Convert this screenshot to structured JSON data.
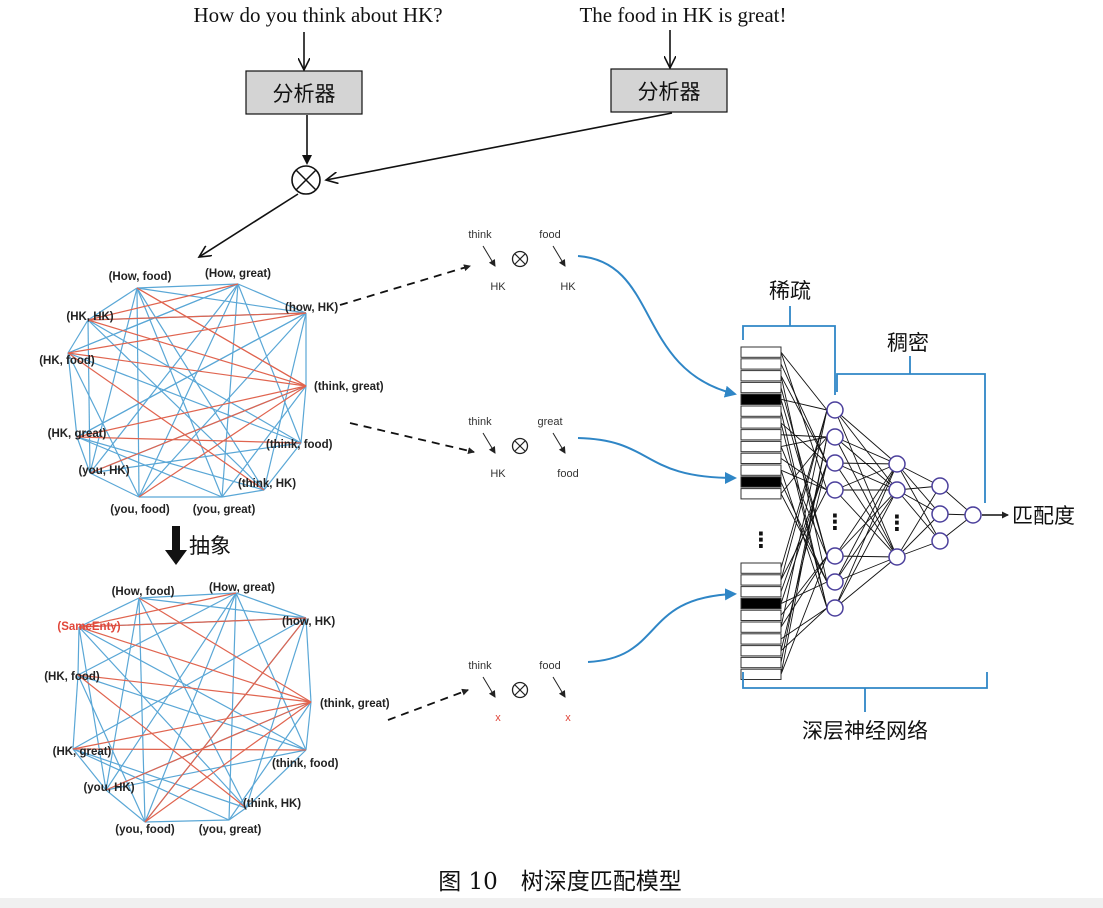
{
  "sentences": {
    "left": "How do you think about HK?",
    "right": "The food in HK is great!"
  },
  "analyzer_label": "分析器",
  "graph_top": {
    "nodes": [
      {
        "label": "(How, food)",
        "color": "dark"
      },
      {
        "label": "(How, great)",
        "color": "dark"
      },
      {
        "label": "(how, HK)",
        "color": "dark"
      },
      {
        "label": "(think, great)",
        "color": "dark"
      },
      {
        "label": "(think, food)",
        "color": "dark"
      },
      {
        "label": "(think, HK)",
        "color": "dark"
      },
      {
        "label": "(you, great)",
        "color": "dark"
      },
      {
        "label": "(you, food)",
        "color": "dark"
      },
      {
        "label": "(you, HK)",
        "color": "dark"
      },
      {
        "label": "(HK, great)",
        "color": "dark"
      },
      {
        "label": "(HK, food)",
        "color": "dark"
      },
      {
        "label": "(HK, HK)",
        "color": "dark"
      }
    ]
  },
  "abstract_label": "抽象",
  "graph_bottom": {
    "nodes": [
      {
        "label": "(How, food)",
        "color": "dark"
      },
      {
        "label": "(How, great)",
        "color": "dark"
      },
      {
        "label": "(how, HK)",
        "color": "dark"
      },
      {
        "label": "(think, great)",
        "color": "dark"
      },
      {
        "label": "(think, food)",
        "color": "dark"
      },
      {
        "label": "(think, HK)",
        "color": "dark"
      },
      {
        "label": "(you, great)",
        "color": "dark"
      },
      {
        "label": "(you, food)",
        "color": "dark"
      },
      {
        "label": "(you, HK)",
        "color": "dark"
      },
      {
        "label": "(HK, great)",
        "color": "dark"
      },
      {
        "label": "(HK, food)",
        "color": "dark"
      },
      {
        "label": "(SameEnty)",
        "color": "red"
      }
    ]
  },
  "pairs": [
    {
      "a_top": "think",
      "a_bottom": "HK",
      "b_top": "food",
      "b_bottom": "HK",
      "bottom_red": false
    },
    {
      "a_top": "think",
      "a_bottom": "HK",
      "b_top": "great",
      "b_bottom": "food",
      "bottom_red": false
    },
    {
      "a_top": "think",
      "a_bottom": "x",
      "b_top": "food",
      "b_bottom": "x",
      "bottom_red": true
    }
  ],
  "network": {
    "sparse_label": "稀疏",
    "dense_label": "稠密",
    "dnn_label": "深层神经网络",
    "output_label": "匹配度",
    "dots": "⋮"
  },
  "caption": "图 10　树深度匹配模型",
  "colors": {
    "blue_edge": "#5aa7d6",
    "red_edge": "#e0644f",
    "curve_blue": "#2f86c6",
    "node_purple": "#4b3f9c",
    "box_fill": "#d4d4d4"
  }
}
